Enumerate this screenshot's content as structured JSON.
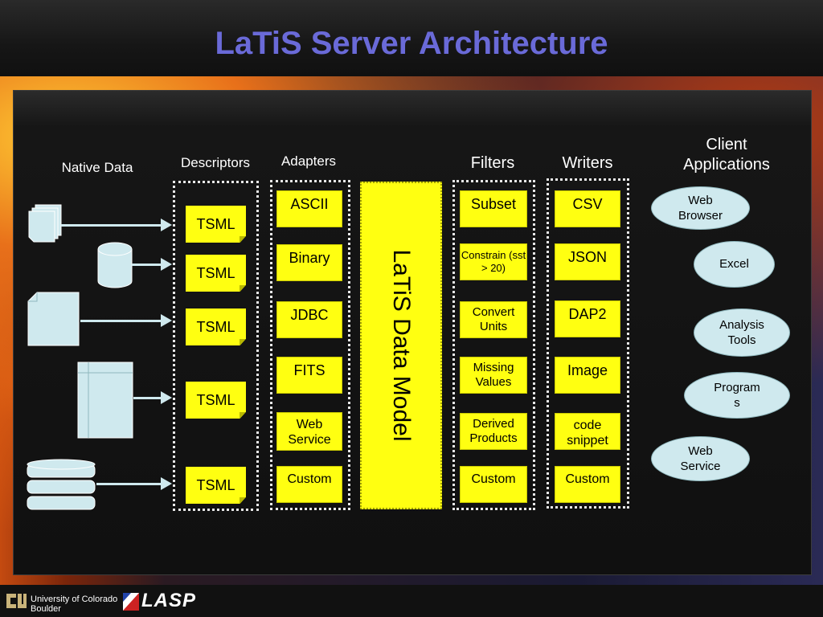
{
  "title": "LaTiS Server Architecture",
  "headers": {
    "native_data": "Native Data",
    "descriptors": "Descriptors",
    "adapters": "Adapters",
    "filters": "Filters",
    "writers": "Writers",
    "client_applications": "Client Applications"
  },
  "descriptors": [
    "TSML",
    "TSML",
    "TSML",
    "TSML",
    "TSML"
  ],
  "adapters": [
    "ASCII",
    "Binary",
    "JDBC",
    "FITS",
    "Web Service",
    "Custom"
  ],
  "model": "LaTiS Data Model",
  "filters": [
    "Subset",
    "Constrain (sst > 20)",
    "Convert Units",
    "Missing Values",
    "Derived Products",
    "Custom"
  ],
  "writers": [
    "CSV",
    "JSON",
    "DAP2",
    "Image",
    "code snippet",
    "Custom"
  ],
  "clients": [
    "Web Browser",
    "Excel",
    "Analysis Tools",
    "Program s",
    "Web Service"
  ],
  "footer": {
    "university_line1": "University of Colorado",
    "university_line2": "Boulder",
    "lasp": "LASP"
  },
  "colors": {
    "title": "#6a6ad8",
    "box_yellow": "#ffff11",
    "client_fill": "#cfe9ee"
  }
}
